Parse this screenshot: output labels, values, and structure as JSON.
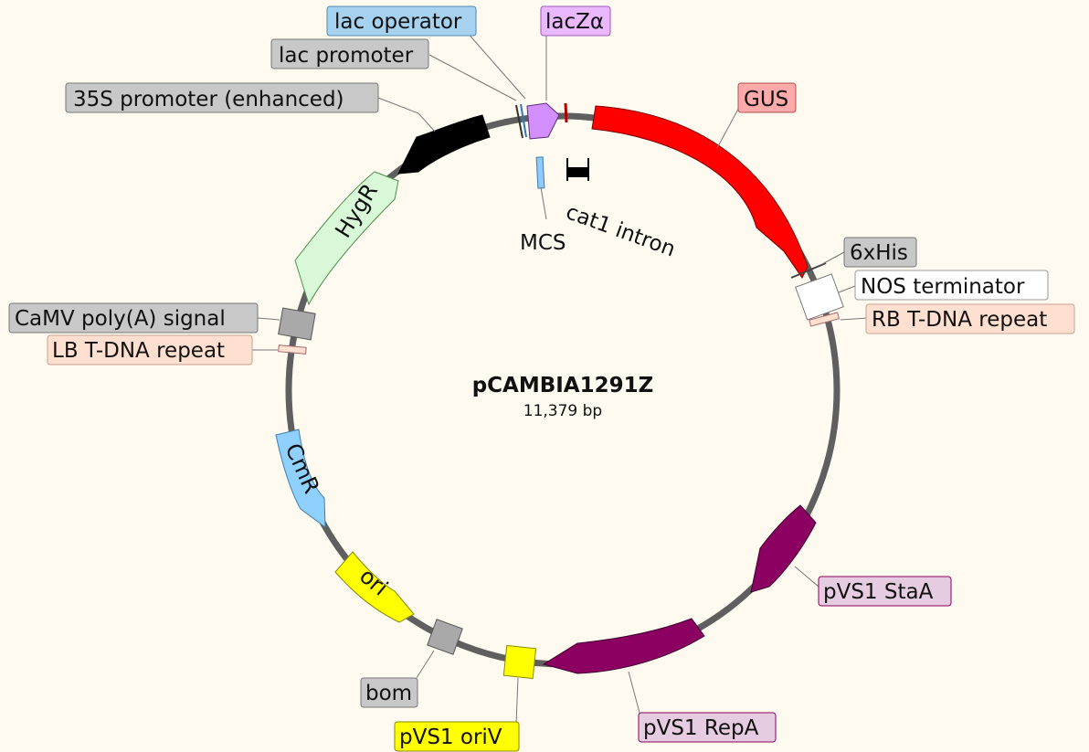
{
  "plasmid": {
    "name": "pCAMBIA1291Z",
    "size": "11,379 bp"
  },
  "features": {
    "lac_operator": "lac operator",
    "lac_promoter": "lac promoter",
    "lacZ_alpha": "lacZα",
    "promoter_35S": "35S promoter (enhanced)",
    "gus": "GUS",
    "his6": "6xHis",
    "nos_terminator": "NOS terminator",
    "rb_repeat": "RB T-DNA repeat",
    "camv_polya": "CaMV poly(A) signal",
    "lb_repeat": "LB T-DNA repeat",
    "hygr": "HygR",
    "cmr": "CmR",
    "ori": "ori",
    "bom": "bom",
    "pvs1_oriv": "pVS1 oriV",
    "pvs1_repa": "pVS1 RepA",
    "pvs1_staa": "pVS1 StaA",
    "mcs": "MCS",
    "cat1_intron": "cat1 intron"
  },
  "colors": {
    "background": "#fffaf0",
    "backbone": "#5f5f5f",
    "gus": "#ff0000",
    "lacZ_alpha": "#d48fff",
    "promoter_35S": "#000000",
    "hygr": "#d8f8d8",
    "cmr": "#90d0ff",
    "ori": "#ffff00",
    "pvs1_repa": "#8b0060",
    "pvs1_staa": "#8b0060",
    "grey_feature": "#a9a9a9",
    "lac_operator_label": "#a6d2f0",
    "lacZ_label": "#e9b8ff",
    "gus_label": "#ffaaaa",
    "repeat_label": "#ffe0d0",
    "grey_label": "#c8c8c8",
    "staa_label": "#e6cce0",
    "oriv_label": "#ffff00"
  }
}
